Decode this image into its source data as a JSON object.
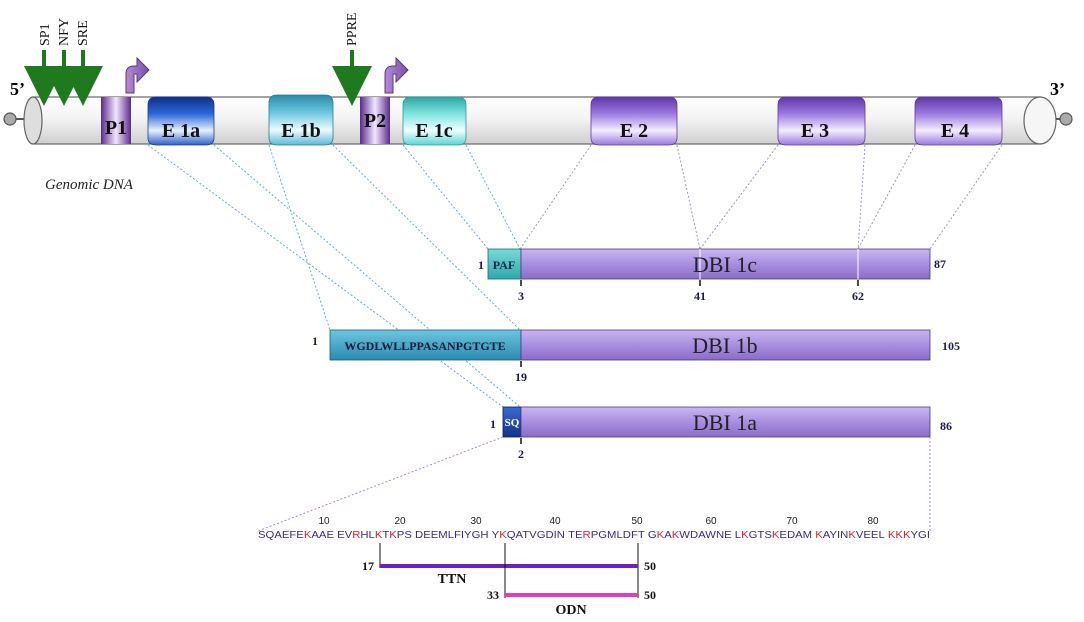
{
  "genome": {
    "five_prime": "5’",
    "three_prime": "3’",
    "caption": "Genomic DNA",
    "promoters": [
      {
        "label": "P1",
        "name": "promoter-p1"
      },
      {
        "label": "P2",
        "name": "promoter-p2"
      }
    ],
    "exons": [
      {
        "label": "E 1a",
        "name": "exon-e1a",
        "color": "#2255cc"
      },
      {
        "label": "E 1b",
        "name": "exon-e1b",
        "color": "#46a9c8"
      },
      {
        "label": "E 1c",
        "name": "exon-e1c",
        "color": "#3fb9b3"
      },
      {
        "label": "E 2",
        "name": "exon-e2",
        "color": "#7a4fc0"
      },
      {
        "label": "E 3",
        "name": "exon-e3",
        "color": "#7a4fc0"
      },
      {
        "label": "E 4",
        "name": "exon-e4",
        "color": "#7a4fc0"
      }
    ],
    "binding_sites": [
      {
        "label": "SP1",
        "name": "binding-site-sp1"
      },
      {
        "label": "NFY",
        "name": "binding-site-nfy"
      },
      {
        "label": "SRE",
        "name": "binding-site-sre"
      },
      {
        "label": "PPRE",
        "name": "binding-site-ppre"
      }
    ]
  },
  "isoforms": [
    {
      "name": "isoform-dbi1c",
      "label": "DBI 1c",
      "prefix": "PAF",
      "start": "1",
      "end": "87",
      "ticks": [
        "3",
        "41",
        "62"
      ]
    },
    {
      "name": "isoform-dbi1b",
      "label": "DBI 1b",
      "prefix": "WGDLWLLPPASANPGTGTE",
      "start": "1",
      "end": "105",
      "ticks": [
        "19"
      ]
    },
    {
      "name": "isoform-dbi1a",
      "label": "DBI 1a",
      "prefix": "SQ",
      "start": "1",
      "end": "86",
      "ticks": [
        "2"
      ]
    }
  ],
  "sequence": {
    "groups": [
      "SQAEFEKAAE",
      "EVRHLKTKPS",
      "DEEMLFIYGH",
      "YKQATVGDIN",
      "TERPGMLDFT",
      "GKAKWDAWNE",
      "LKGTSKEDAM",
      "KAYINKVEEL",
      "KKKYGI"
    ],
    "positions": [
      "10",
      "20",
      "30",
      "40",
      "50",
      "60",
      "70",
      "80"
    ],
    "highlight_color": "#e8202a",
    "base_color": "#3a2a8a"
  },
  "peptides": [
    {
      "name": "peptide-ttn",
      "label": "TTN",
      "start": "17",
      "end": "50",
      "color": "#6a1fc8"
    },
    {
      "name": "peptide-odn",
      "label": "ODN",
      "start": "33",
      "end": "50",
      "color": "#e23fc0"
    }
  ],
  "colors": {
    "arrow_green": "#1f7a1f",
    "promoter_purple": "#8a5bb5",
    "isoform_bar": "#a98ee0",
    "paf_teal": "#48c3c3",
    "wgd_teal": "#42a8c8",
    "sq_blue": "#1d4aa6",
    "label_navy": "#1a1a4e"
  }
}
